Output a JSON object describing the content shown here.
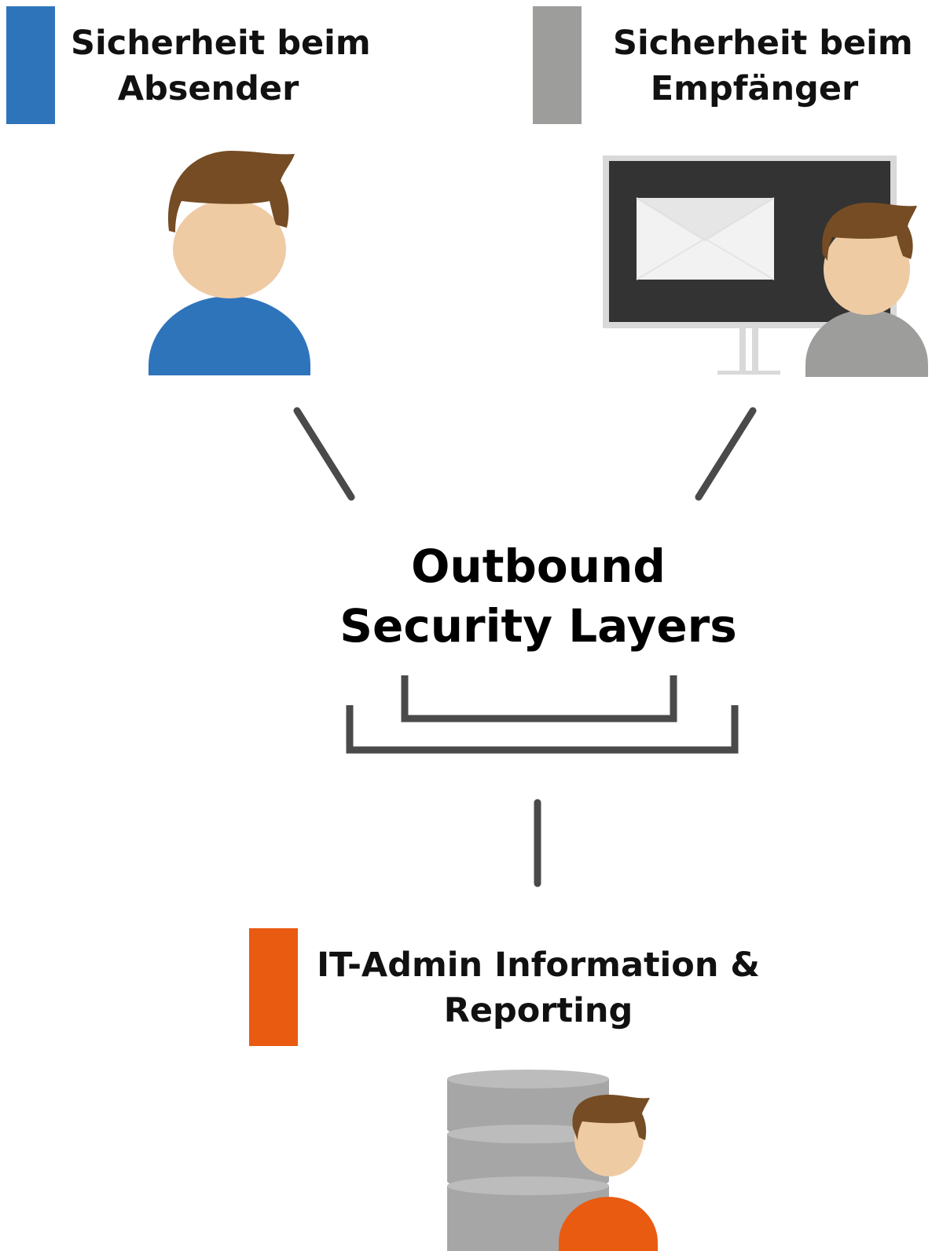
{
  "sender": {
    "label_line1": "Sicherheit beim",
    "label_line2": "Absender",
    "color": "#2e74bb"
  },
  "recipient": {
    "label_line1": "Sicherheit beim",
    "label_line2": "Empfänger",
    "color": "#9d9d9c"
  },
  "center": {
    "title_line1": "Outbound",
    "title_line2": "Security Layers"
  },
  "admin": {
    "label_line1": "IT-Admin Information &",
    "label_line2": "Reporting",
    "color": "#e85b11"
  },
  "colors": {
    "connector": "#4a4a4a",
    "hair": "#754c24",
    "skin": "#efcba4",
    "monitor_screen": "#333333",
    "monitor_frame": "#d9d9d9",
    "envelope": "#f2f2f2"
  },
  "icons": {
    "sender": "person-icon",
    "recipient": "monitor-email-icon",
    "admin": "database-admin-icon"
  }
}
